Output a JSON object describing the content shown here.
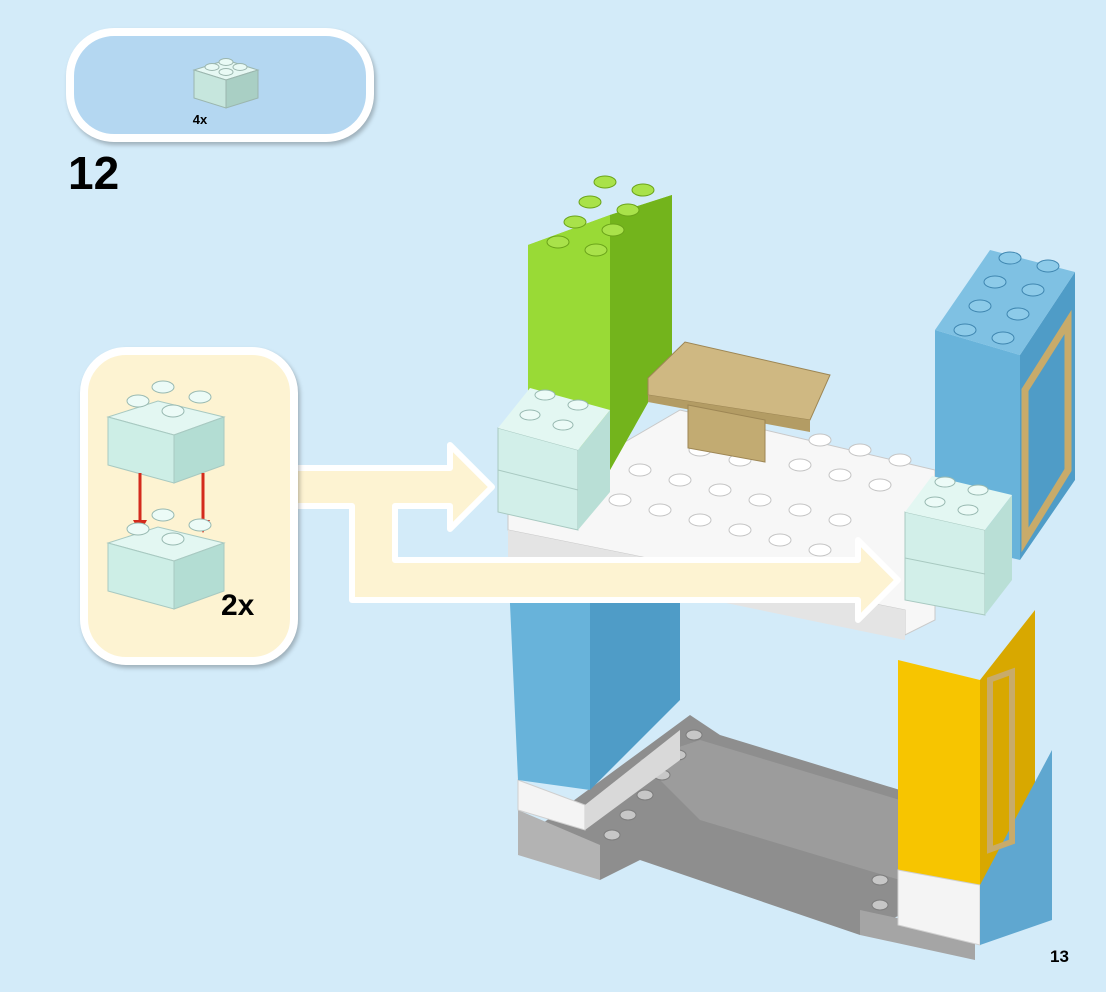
{
  "parts_list": {
    "items": [
      {
        "part": "duplo-brick-2x2",
        "color": "#c5ecdf",
        "quantity": "4x"
      }
    ]
  },
  "step": {
    "number": "12"
  },
  "sub_assembly": {
    "quantity": "2x",
    "arrow_color": "#d42a1c"
  },
  "model": {
    "description_colors": {
      "lime": "#8ccf2b",
      "blue": "#68b3da",
      "yellow": "#f7c500",
      "mint": "#d2efe9",
      "tan": "#cfb882",
      "gray": "#a2a2a2",
      "white": "#ffffff"
    }
  },
  "page": {
    "number": "13"
  }
}
